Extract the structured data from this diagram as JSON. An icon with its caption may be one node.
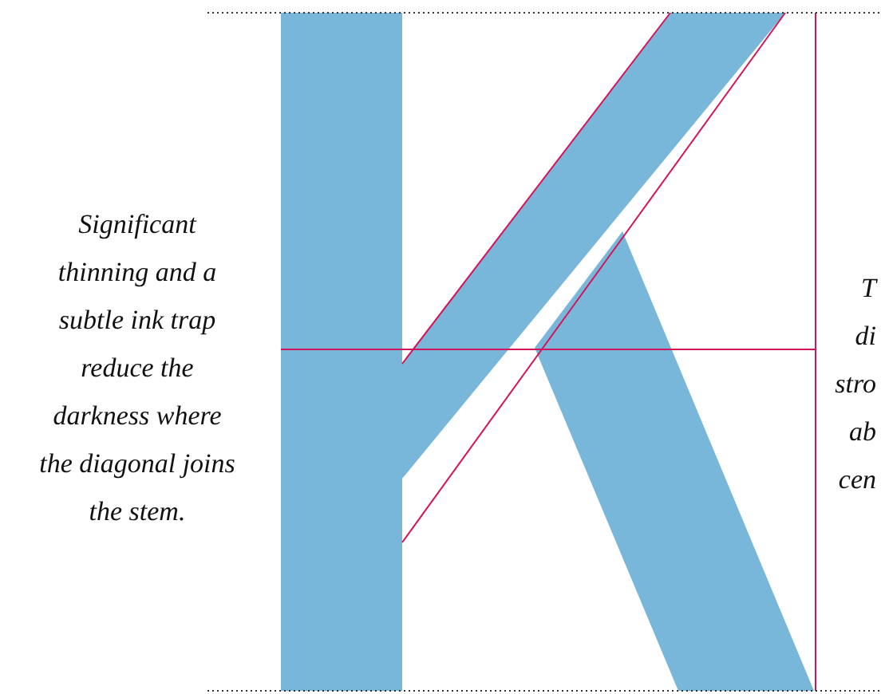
{
  "diagram": {
    "labels": [
      "Significant thinning and a subtle ink trap reduce the darkness where the diagonal joins the stem.",
      "T",
      "di",
      "stro",
      "ab",
      "cen"
    ]
  }
}
